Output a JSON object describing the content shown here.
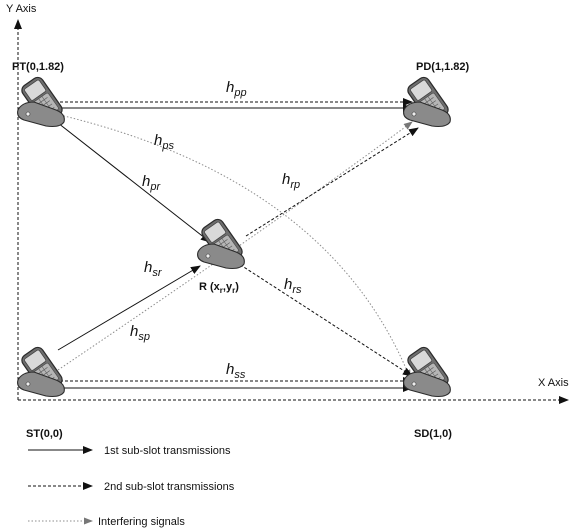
{
  "axes": {
    "y_label": "Y Axis",
    "x_label": "X Axis"
  },
  "nodes": {
    "pt": {
      "label": "PT(0,1.82)"
    },
    "pd": {
      "label": "PD(1,1.82)"
    },
    "st": {
      "label": "ST(0,0)"
    },
    "sd": {
      "label": "SD(1,0)"
    },
    "r": {
      "label_main": "R (x",
      "sub_r1": "r",
      "label_mid": ",y",
      "sub_r2": "r",
      "label_end": ")"
    }
  },
  "channels": {
    "h_pp": {
      "base": "h",
      "sub": "pp"
    },
    "h_ps": {
      "base": "h",
      "sub": "ps"
    },
    "h_pr": {
      "base": "h",
      "sub": "pr"
    },
    "h_rp": {
      "base": "h",
      "sub": "rp"
    },
    "h_sr": {
      "base": "h",
      "sub": "sr"
    },
    "h_rs": {
      "base": "h",
      "sub": "rs"
    },
    "h_sp": {
      "base": "h",
      "sub": "sp"
    },
    "h_ss": {
      "base": "h",
      "sub": "ss"
    }
  },
  "legend": {
    "solid": "1st sub-slot transmissions",
    "dashed": "2nd sub-slot transmissions",
    "interfering": "Interfering signals"
  }
}
